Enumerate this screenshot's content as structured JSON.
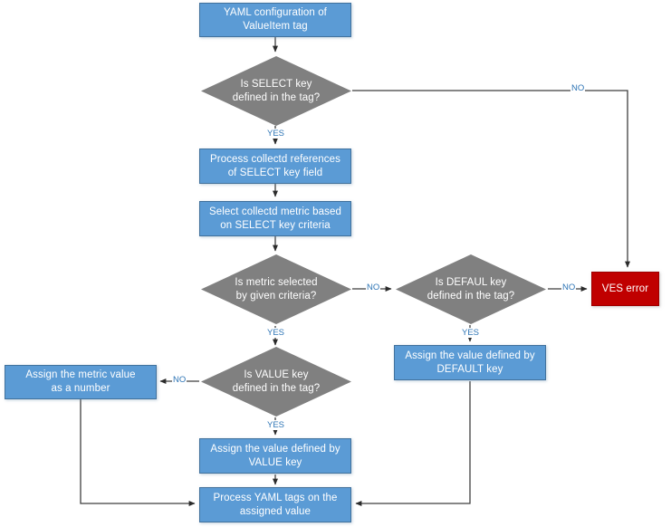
{
  "diagram": {
    "title": "VES ValueItem tag YAML processing flowchart",
    "type": "flowchart",
    "colors": {
      "process_fill": "#5B9BD5",
      "process_border": "#41719C",
      "decision_fill": "#808080",
      "error_fill": "#C00000",
      "label_text": "#2E75B6",
      "edge_stroke": "#3F3F3F",
      "node_text": "#FFFFFF",
      "background": "#FFFFFF"
    },
    "nodes": [
      {
        "id": "start",
        "shape": "process",
        "text": "YAML configuration of ValueItem tag",
        "line1": "YAML configuration of",
        "line2": "ValueItem tag"
      },
      {
        "id": "select_q",
        "shape": "decision",
        "text": "Is SELECT key defined in the tag?",
        "line1": "Is SELECT key",
        "line2": "defined in the tag?"
      },
      {
        "id": "process_refs",
        "shape": "process",
        "text": "Process collectd references of SELECT key field",
        "line1": "Process collectd references",
        "line2": "of SELECT key field"
      },
      {
        "id": "select_metric",
        "shape": "process",
        "text": "Select collectd metric based on SELECT key criteria",
        "line1": "Select collectd metric based",
        "line2": "on SELECT key criteria"
      },
      {
        "id": "metric_q",
        "shape": "decision",
        "text": "Is metric selected by given criteria?",
        "line1": "Is metric selected",
        "line2": "by given criteria?"
      },
      {
        "id": "defaul_q",
        "shape": "decision",
        "text": "Is DEFAUL key defined in the tag?",
        "line1": "Is DEFAUL key",
        "line2": "defined in the tag?"
      },
      {
        "id": "ves_error",
        "shape": "error",
        "text": "VES error",
        "line1": "VES error",
        "line2": ""
      },
      {
        "id": "assign_default",
        "shape": "process",
        "text": "Assign the value defined by DEFAULT key",
        "line1": "Assign the value defined by",
        "line2": "DEFAULT key"
      },
      {
        "id": "value_q",
        "shape": "decision",
        "text": "Is VALUE key defined in the tag?",
        "line1": "Is VALUE key",
        "line2": "defined in the tag?"
      },
      {
        "id": "assign_number",
        "shape": "process",
        "text": "Assign the metric value as a number",
        "line1": "Assign the metric value",
        "line2": "as a number"
      },
      {
        "id": "assign_value",
        "shape": "process",
        "text": "Assign the value defined by VALUE key",
        "line1": "Assign the value defined by",
        "line2": "VALUE key"
      },
      {
        "id": "process_yaml",
        "shape": "process",
        "text": "Process YAML tags on the assigned value",
        "line1": "Process YAML tags on the",
        "line2": "assigned value"
      }
    ],
    "edge_labels": {
      "select_no": "NO",
      "select_yes": "YES",
      "metric_no": "NO",
      "metric_yes": "YES",
      "defaul_no": "NO",
      "defaul_yes": "YES",
      "value_no": "NO",
      "value_yes": "YES"
    },
    "edges": [
      {
        "from": "start",
        "to": "select_q",
        "label": ""
      },
      {
        "from": "select_q",
        "to": "ves_error",
        "label": "NO"
      },
      {
        "from": "select_q",
        "to": "process_refs",
        "label": "YES"
      },
      {
        "from": "process_refs",
        "to": "select_metric",
        "label": ""
      },
      {
        "from": "select_metric",
        "to": "metric_q",
        "label": ""
      },
      {
        "from": "metric_q",
        "to": "defaul_q",
        "label": "NO"
      },
      {
        "from": "metric_q",
        "to": "value_q",
        "label": "YES"
      },
      {
        "from": "defaul_q",
        "to": "ves_error",
        "label": "NO"
      },
      {
        "from": "defaul_q",
        "to": "assign_default",
        "label": "YES"
      },
      {
        "from": "value_q",
        "to": "assign_number",
        "label": "NO"
      },
      {
        "from": "value_q",
        "to": "assign_value",
        "label": "YES"
      },
      {
        "from": "assign_value",
        "to": "process_yaml",
        "label": ""
      },
      {
        "from": "assign_number",
        "to": "process_yaml",
        "label": ""
      },
      {
        "from": "assign_default",
        "to": "process_yaml",
        "label": ""
      }
    ]
  }
}
